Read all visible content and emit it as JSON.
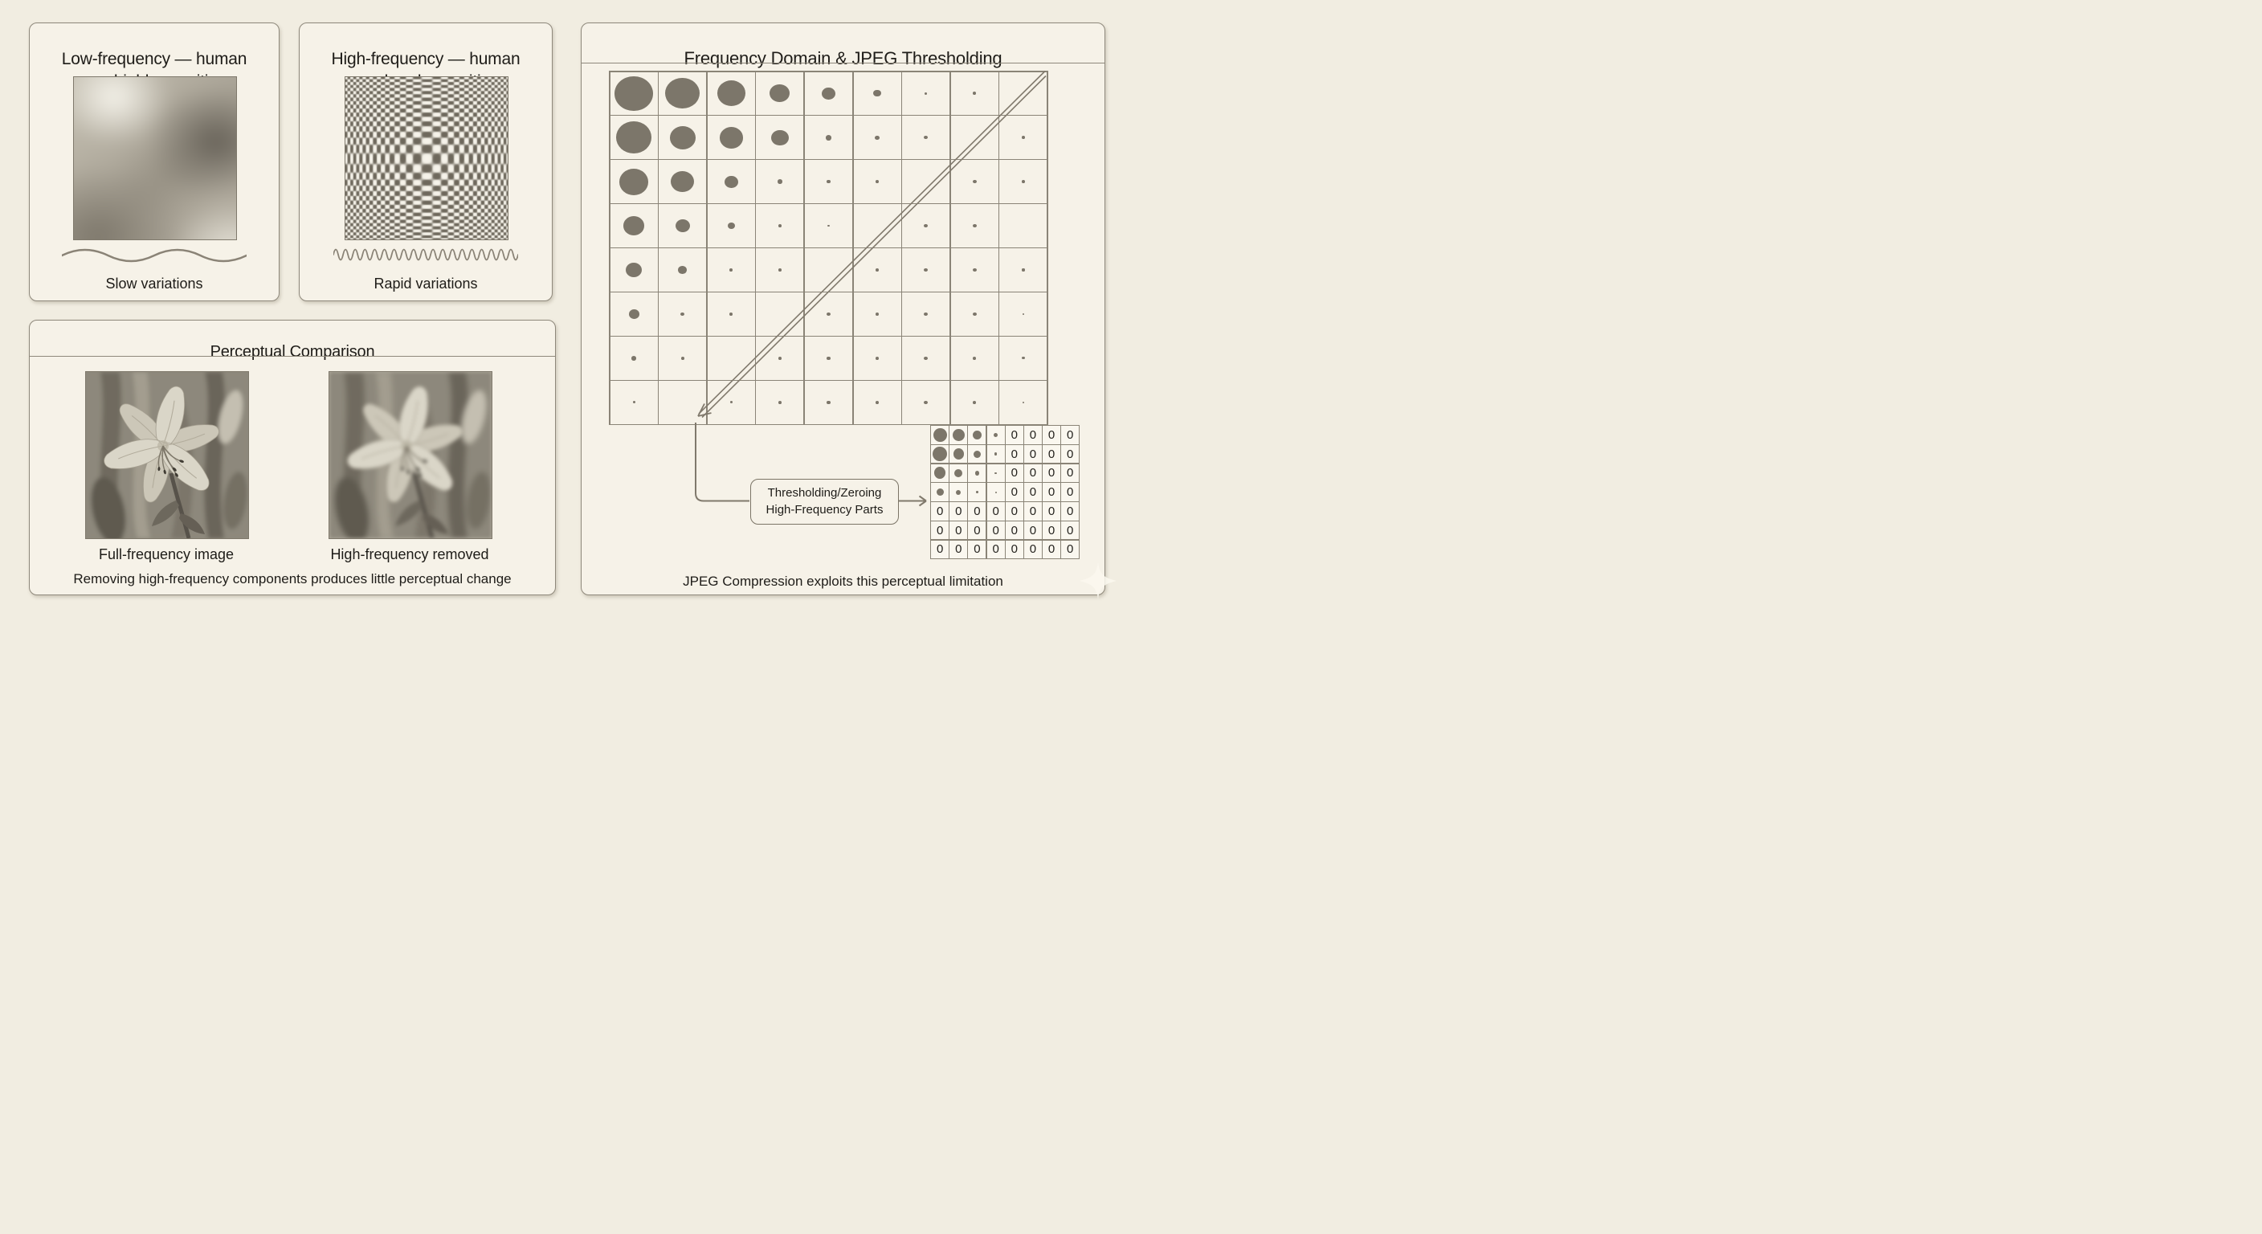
{
  "colors": {
    "page_bg": "#f1ede1",
    "panel_bg": "#f6f2e8",
    "panel_border": "#8e887b",
    "ink": "#1e1c18",
    "grid_line": "#8a8477",
    "dot": "#7c766a"
  },
  "panel_low": {
    "title_line1": "Low-frequency — human",
    "title_line2": "eye highly sensitive",
    "caption": "Slow variations"
  },
  "panel_high": {
    "title_line1": "High-frequency — human",
    "title_line2": "eye barely sensitive",
    "caption": "Rapid variations"
  },
  "panel_perceptual": {
    "title": "Perceptual Comparison",
    "caption_left": "Full-frequency image",
    "caption_right": "High-frequency removed",
    "footer": "Removing high-frequency components produces little perceptual change"
  },
  "panel_frequency": {
    "title": "Frequency Domain & JPEG Thresholding",
    "threshold_label_line1": "Thresholding/Zeroing",
    "threshold_label_line2": "High-Frequency Parts",
    "footer": "JPEG Compression exploits this perceptual limitation",
    "dct_grid": {
      "rows": 8,
      "cols": 9,
      "dot_sizes": [
        [
          0.8,
          0.72,
          0.6,
          0.42,
          0.28,
          0.16,
          0.05,
          0.07,
          0
        ],
        [
          0.74,
          0.54,
          0.5,
          0.36,
          0.13,
          0.09,
          0.08,
          0,
          0.07
        ],
        [
          0.62,
          0.5,
          0.28,
          0.11,
          0.07,
          0.08,
          0,
          0.08,
          0.08
        ],
        [
          0.45,
          0.3,
          0.15,
          0.08,
          0.04,
          0,
          0.08,
          0.08,
          0
        ],
        [
          0.34,
          0.18,
          0.07,
          0.07,
          0,
          0.08,
          0.08,
          0.08,
          0.06
        ],
        [
          0.22,
          0.09,
          0.07,
          0,
          0.08,
          0.08,
          0.08,
          0.08,
          0.04
        ],
        [
          0.11,
          0.07,
          0,
          0.07,
          0.07,
          0.08,
          0.08,
          0.07,
          0.06
        ],
        [
          0.05,
          0,
          0.06,
          0.07,
          0.07,
          0.08,
          0.08,
          0.07,
          0.04
        ]
      ]
    },
    "threshold_grid": {
      "rows": 7,
      "cols": 8,
      "cells": [
        [
          0.78,
          0.7,
          0.52,
          0.24,
          "0",
          "0",
          "0",
          "0"
        ],
        [
          0.8,
          0.62,
          0.4,
          0.16,
          "0",
          "0",
          "0",
          "0"
        ],
        [
          0.66,
          0.46,
          0.26,
          0.12,
          "0",
          "0",
          "0",
          "0"
        ],
        [
          0.42,
          0.28,
          0.12,
          0.1,
          "0",
          "0",
          "0",
          "0"
        ],
        [
          "0",
          "0",
          "0",
          "0",
          "0",
          "0",
          "0",
          "0"
        ],
        [
          "0",
          "0",
          "0",
          "0",
          "0",
          "0",
          "0",
          "0"
        ],
        [
          "0",
          "0",
          "0",
          "0",
          "0",
          "0",
          "0",
          "0"
        ]
      ]
    }
  },
  "watermark": {
    "icon": "sparkle"
  }
}
